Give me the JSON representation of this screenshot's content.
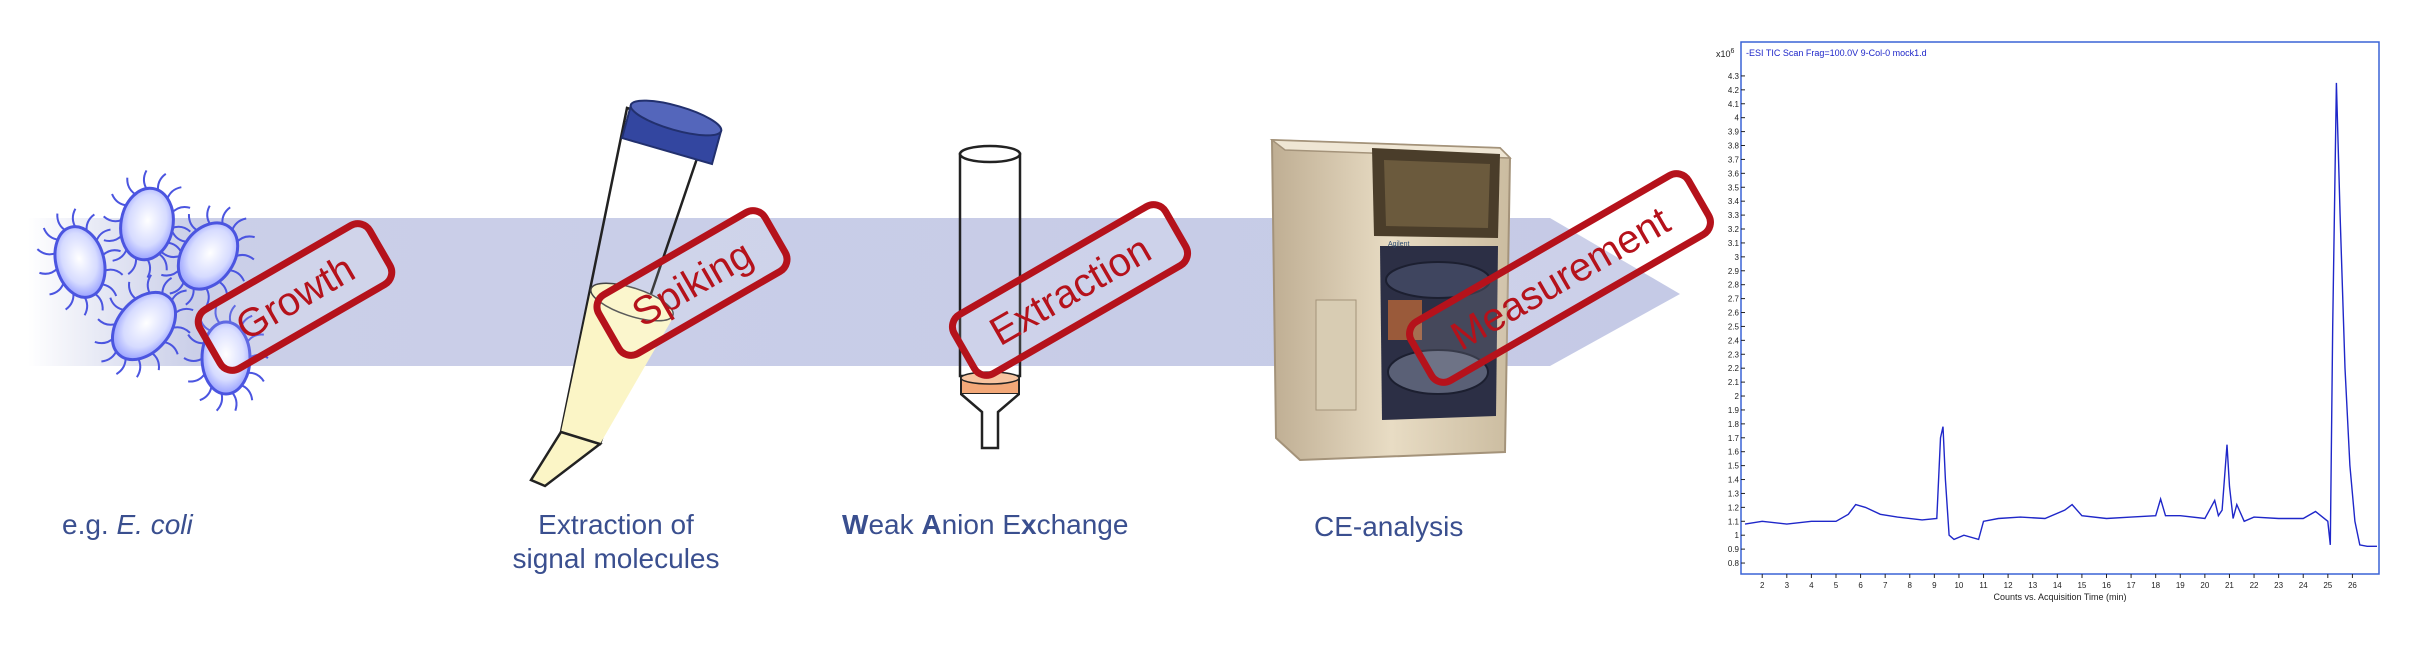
{
  "steps": [
    {
      "tag": "Growth",
      "caption_prefix": "e.g. ",
      "caption_italic": "E. coli"
    },
    {
      "tag": "Spiking",
      "caption_line1": "Extraction of",
      "caption_line2": "signal molecules"
    },
    {
      "tag": "Extraction",
      "caption_parts": [
        {
          "text": "W",
          "bold": true
        },
        {
          "text": "eak ",
          "bold": false
        },
        {
          "text": "A",
          "bold": true
        },
        {
          "text": "nion E",
          "bold": false
        },
        {
          "text": "x",
          "bold": true
        },
        {
          "text": "change",
          "bold": false
        }
      ]
    },
    {
      "tag": "Measurement",
      "caption": "CE-analysis"
    }
  ],
  "instrument": {
    "brand_label": "Agilent"
  },
  "colors": {
    "arrow_band": "#c5cae6",
    "tag_red": "#b5121b",
    "caption_blue": "#3a4f8f",
    "bacteria_blue": "#4b55e0",
    "tube_cap": "#3346a0",
    "tube_liquid": "#fbf5c6",
    "column_resin": "#f3a878",
    "chart_line": "#1f27c9",
    "chart_frame": "#3a63d6"
  },
  "chart_data": {
    "type": "line",
    "title": "-ESI TIC Scan Frag=100.0V 9-Col-0 mock1.d",
    "xlabel": "Counts vs. Acquisition Time (min)",
    "ylabel": "",
    "y_multiplier": "x10",
    "y_multiplier_exp": "6",
    "ylim": [
      0.75,
      4.4
    ],
    "xlim": [
      1.3,
      27.0
    ],
    "x_ticks": [
      2,
      3,
      4,
      5,
      6,
      7,
      8,
      9,
      10,
      11,
      12,
      13,
      14,
      15,
      16,
      17,
      18,
      19,
      20,
      21,
      22,
      23,
      24,
      25,
      26
    ],
    "y_ticks": [
      0.8,
      0.9,
      1,
      1.1,
      1.2,
      1.3,
      1.4,
      1.5,
      1.6,
      1.7,
      1.8,
      1.9,
      2,
      2.1,
      2.2,
      2.3,
      2.4,
      2.5,
      2.6,
      2.7,
      2.8,
      2.9,
      3,
      3.1,
      3.2,
      3.3,
      3.4,
      3.5,
      3.6,
      3.7,
      3.8,
      3.9,
      4,
      4.1,
      4.2,
      4.3
    ],
    "grid": false,
    "series": [
      {
        "x": [
          1.3,
          2.0,
          3.0,
          4.0,
          5.0,
          5.5,
          5.8,
          6.2,
          6.8,
          7.5,
          8.5,
          9.1,
          9.25,
          9.35,
          9.45,
          9.6,
          9.8,
          10.2,
          10.8,
          11.0,
          11.6,
          12.5,
          13.5,
          14.3,
          14.6,
          15.0,
          16.0,
          17.0,
          18.0,
          18.2,
          18.4,
          19.0,
          20.0,
          20.4,
          20.55,
          20.7,
          20.9,
          21.0,
          21.15,
          21.3,
          21.6,
          22.0,
          23.0,
          24.0,
          24.5,
          25.0,
          25.1,
          25.2,
          25.35,
          25.5,
          25.7,
          25.9,
          26.1,
          26.3,
          26.6,
          27.0
        ],
        "y": [
          1.08,
          1.1,
          1.08,
          1.1,
          1.1,
          1.15,
          1.22,
          1.2,
          1.15,
          1.13,
          1.11,
          1.12,
          1.7,
          1.78,
          1.4,
          1.0,
          0.97,
          1.0,
          0.97,
          1.1,
          1.12,
          1.13,
          1.12,
          1.18,
          1.22,
          1.14,
          1.12,
          1.13,
          1.14,
          1.26,
          1.14,
          1.14,
          1.12,
          1.25,
          1.14,
          1.18,
          1.65,
          1.35,
          1.12,
          1.22,
          1.1,
          1.13,
          1.12,
          1.12,
          1.17,
          1.1,
          0.93,
          2.5,
          4.25,
          3.3,
          2.2,
          1.5,
          1.1,
          0.93,
          0.92,
          0.92
        ]
      }
    ]
  }
}
